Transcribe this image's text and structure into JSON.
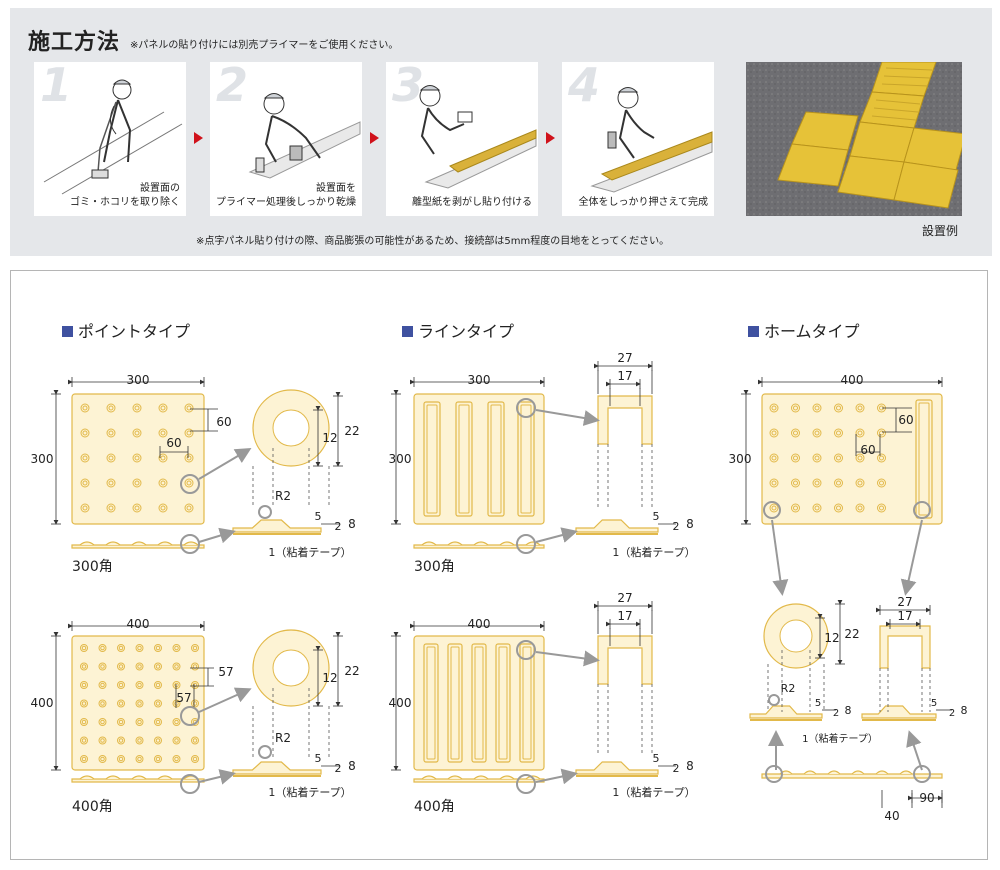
{
  "header": {
    "title": "施工方法",
    "note": "※パネルの貼り付けには別売プライマーをご使用ください。",
    "footnote": "※点字パネル貼り付けの際、商品膨張の可能性があるため、接続部は5mm程度の目地をとってください。",
    "photo_label": "設置例"
  },
  "steps": [
    {
      "num": "1",
      "line1": "設置面の",
      "line2": "ゴミ・ホコリを取り除く"
    },
    {
      "num": "2",
      "line1": "設置面を",
      "line2": "プライマー処理後しっかり乾燥"
    },
    {
      "num": "3",
      "line1": "",
      "line2": "離型紙を剥がし貼り付ける"
    },
    {
      "num": "4",
      "line1": "",
      "line2": "全体をしっかり押さえて完成"
    }
  ],
  "sections": {
    "point": {
      "title": "ポイントタイプ",
      "label300": "300角",
      "label400": "400角"
    },
    "line": {
      "title": "ラインタイプ",
      "label300": "300角",
      "label400": "400角"
    },
    "home": {
      "title": "ホームタイプ"
    }
  },
  "dims": {
    "d300": "300",
    "d400": "400",
    "d60": "60",
    "d57": "57",
    "d12": "12",
    "d22": "22",
    "d27": "27",
    "d17": "17",
    "r2": "R2",
    "d5": "5",
    "d2": "2",
    "d8": "8",
    "tape": "1（粘着テープ）",
    "d90": "90",
    "d40": "40"
  },
  "colors": {
    "tile": "#f6e3a6",
    "tile_stroke": "#e2b94a",
    "accent": "#3f51a0",
    "arrow": "#d0121b"
  }
}
